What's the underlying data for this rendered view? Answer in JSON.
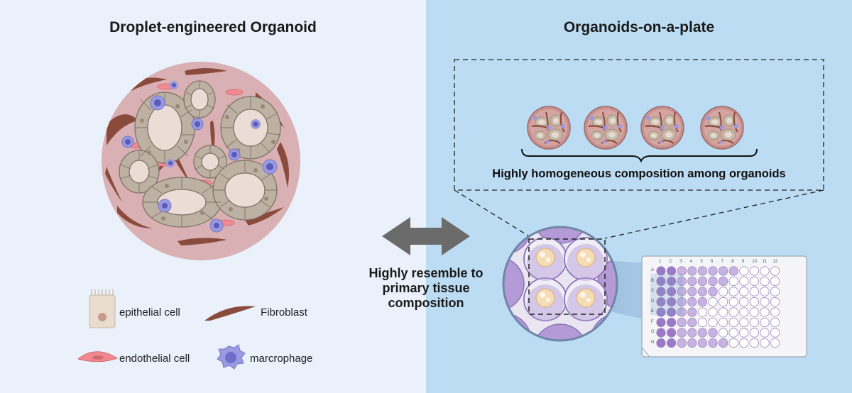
{
  "titles": {
    "left": "Droplet-engineered Organoid",
    "right": "Organoids-on-a-plate"
  },
  "legend": {
    "epithelial": "epithelial cell",
    "fibroblast": "Fibroblast",
    "endothelial": "endothelial  cell",
    "macrophage": "marcrophage"
  },
  "center_caption": [
    "Highly resemble to",
    "primary tissue",
    "composition"
  ],
  "homogeneous_label": "Highly homogeneous composition among organoids",
  "plate": {
    "row_labels": [
      "A",
      "B",
      "C",
      "D",
      "E",
      "F",
      "G",
      "H"
    ],
    "col_labels": [
      "1",
      "2",
      "3",
      "4",
      "5",
      "6",
      "7",
      "8",
      "9",
      "10",
      "11",
      "12"
    ]
  },
  "colors": {
    "left_bg": "#eaf1fb",
    "right_bg": "#bcdcf3",
    "organoid_matrix": "#d9b0b3",
    "epithelial": "#bdb1a3",
    "fibroblast": "#8a4b3c",
    "endothelial": "#f08a90",
    "macrophage": "#9a9ae0",
    "well_purple": "#b49ad6",
    "arrow": "#6b6b6b"
  }
}
